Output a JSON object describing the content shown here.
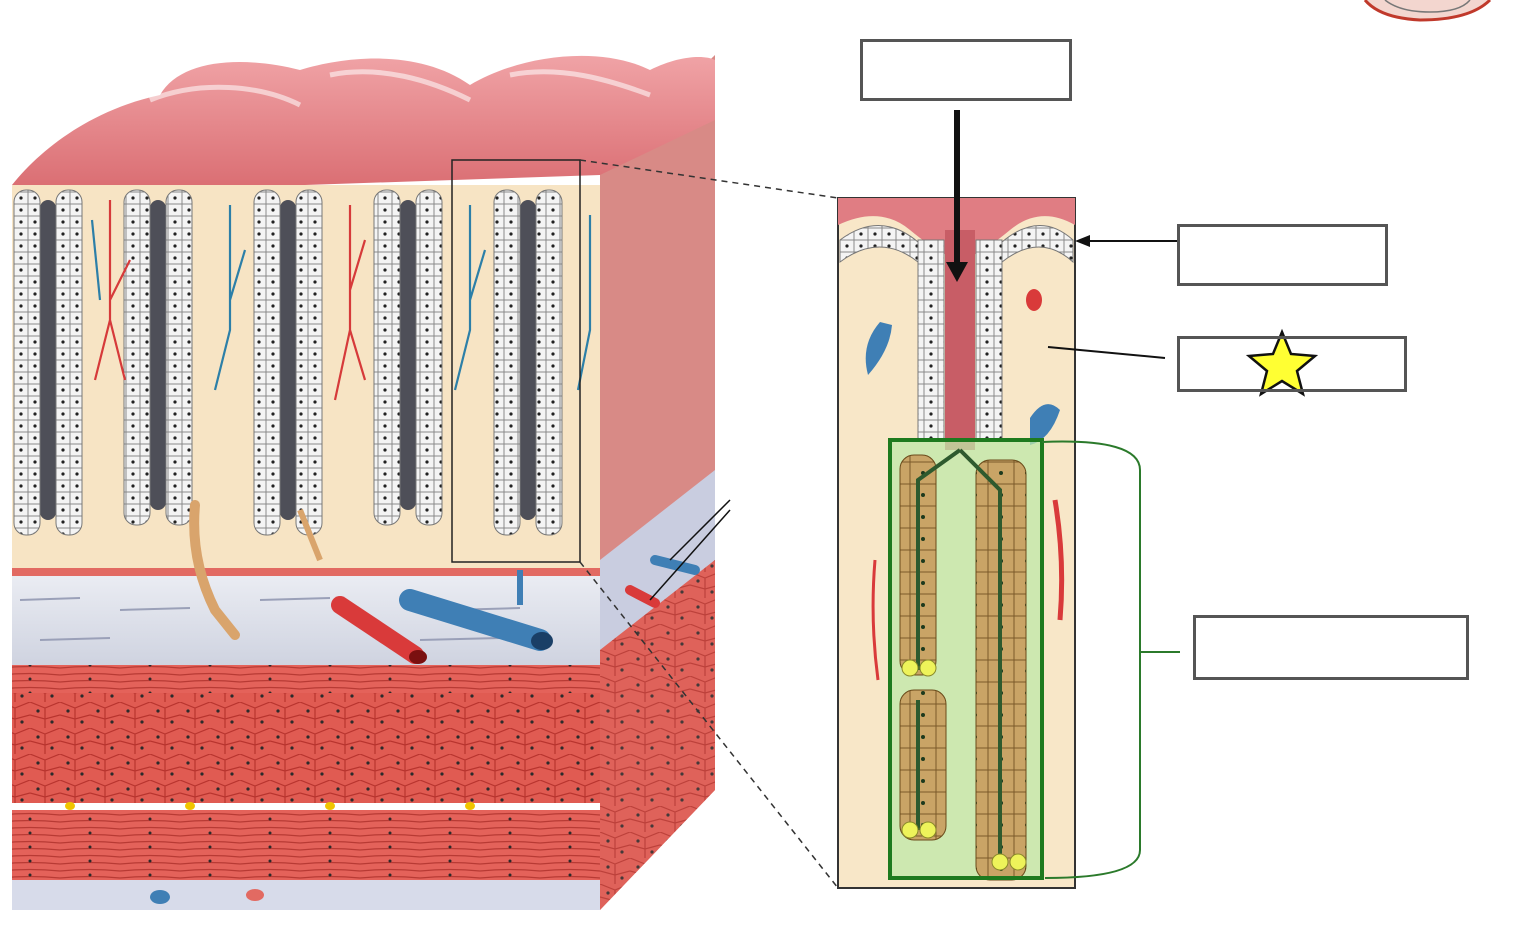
{
  "figure": {
    "description_free": true,
    "left_panel": {
      "kind": "tissue-block-illustration"
    },
    "right_panel": {
      "kind": "magnified-gland-detail"
    },
    "colors": {
      "mucosa_pink": "#e8868a",
      "epithelium": "#f4f4f4",
      "lamina_propria": "#f7e2c2",
      "submucosa": "#dfe2ec",
      "muscle_red": "#e2574f",
      "artery": "#d93a3a",
      "vein": "#3f7fb5",
      "nerve": "#d9a46c",
      "gland_highlight": "#bfe8a8",
      "gland_outline": "#1e7a1e",
      "star_fill": "#ffff33"
    }
  },
  "labels": [
    {
      "id": "top-label",
      "text": ""
    },
    {
      "id": "epithelium-label",
      "text": ""
    },
    {
      "id": "lamina-propria-label",
      "text": "",
      "marker": "star-icon"
    },
    {
      "id": "gland-label",
      "text": ""
    }
  ]
}
